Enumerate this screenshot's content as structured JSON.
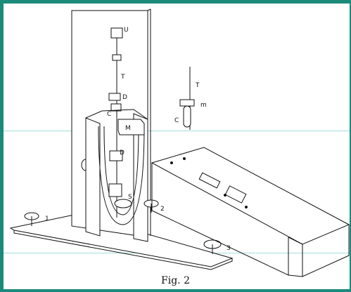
{
  "figure": {
    "caption": "Fig. 2",
    "labels": {
      "u": "U",
      "t_rod": "T",
      "d_upper": "D",
      "c_clamp": "C",
      "m_mass": "M",
      "d_lower": "D",
      "s_base": "S",
      "foot_1": "1",
      "foot_2": "2",
      "foot_3": "3",
      "t_detail": "T",
      "m_detail": "m",
      "c_detail": "C"
    }
  },
  "colors": {
    "border": "#1a8a7a",
    "guide": "#8fd3cf",
    "ink": "#111111"
  }
}
